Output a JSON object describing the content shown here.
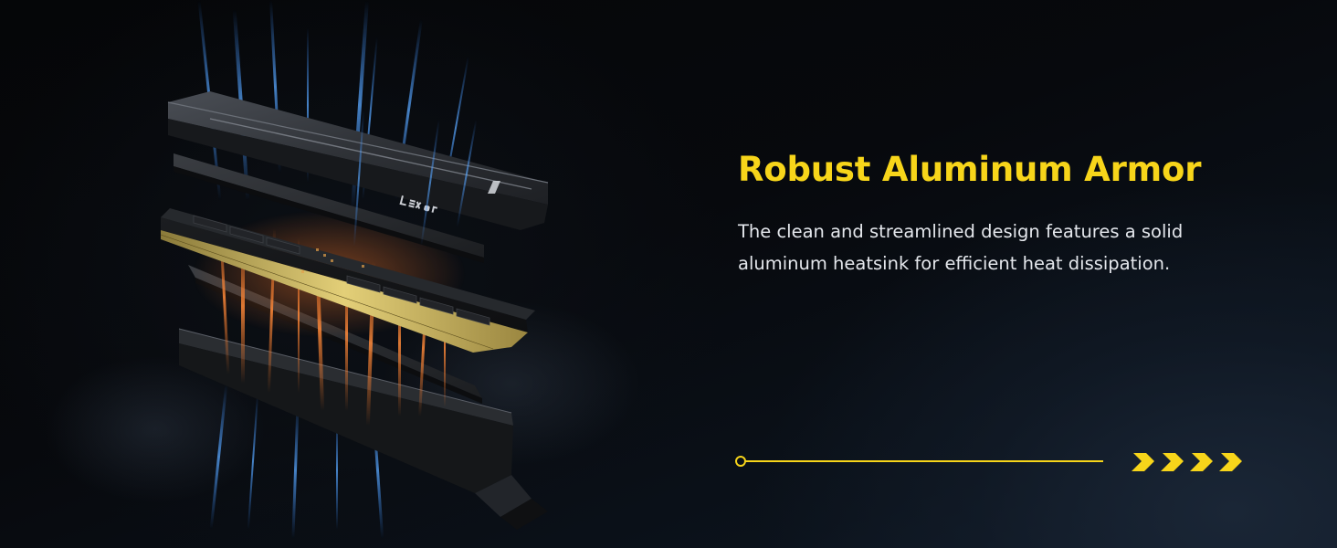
{
  "headline": "Robust Aluminum Armor",
  "description": "The clean and streamlined design features a solid aluminum heatsink for efficient heat dissipation.",
  "brand_logo_text": "Lexar",
  "icons": [
    "ram-module-exploded-illustration",
    "progress-start-dot-icon",
    "chevron-right-icon"
  ],
  "colors": {
    "accent": "#f7d51a",
    "text": "#e4e7ec",
    "background": "#05070a",
    "heat_glow": "#ff7a2a",
    "airflow_glow": "#3a8dff"
  }
}
